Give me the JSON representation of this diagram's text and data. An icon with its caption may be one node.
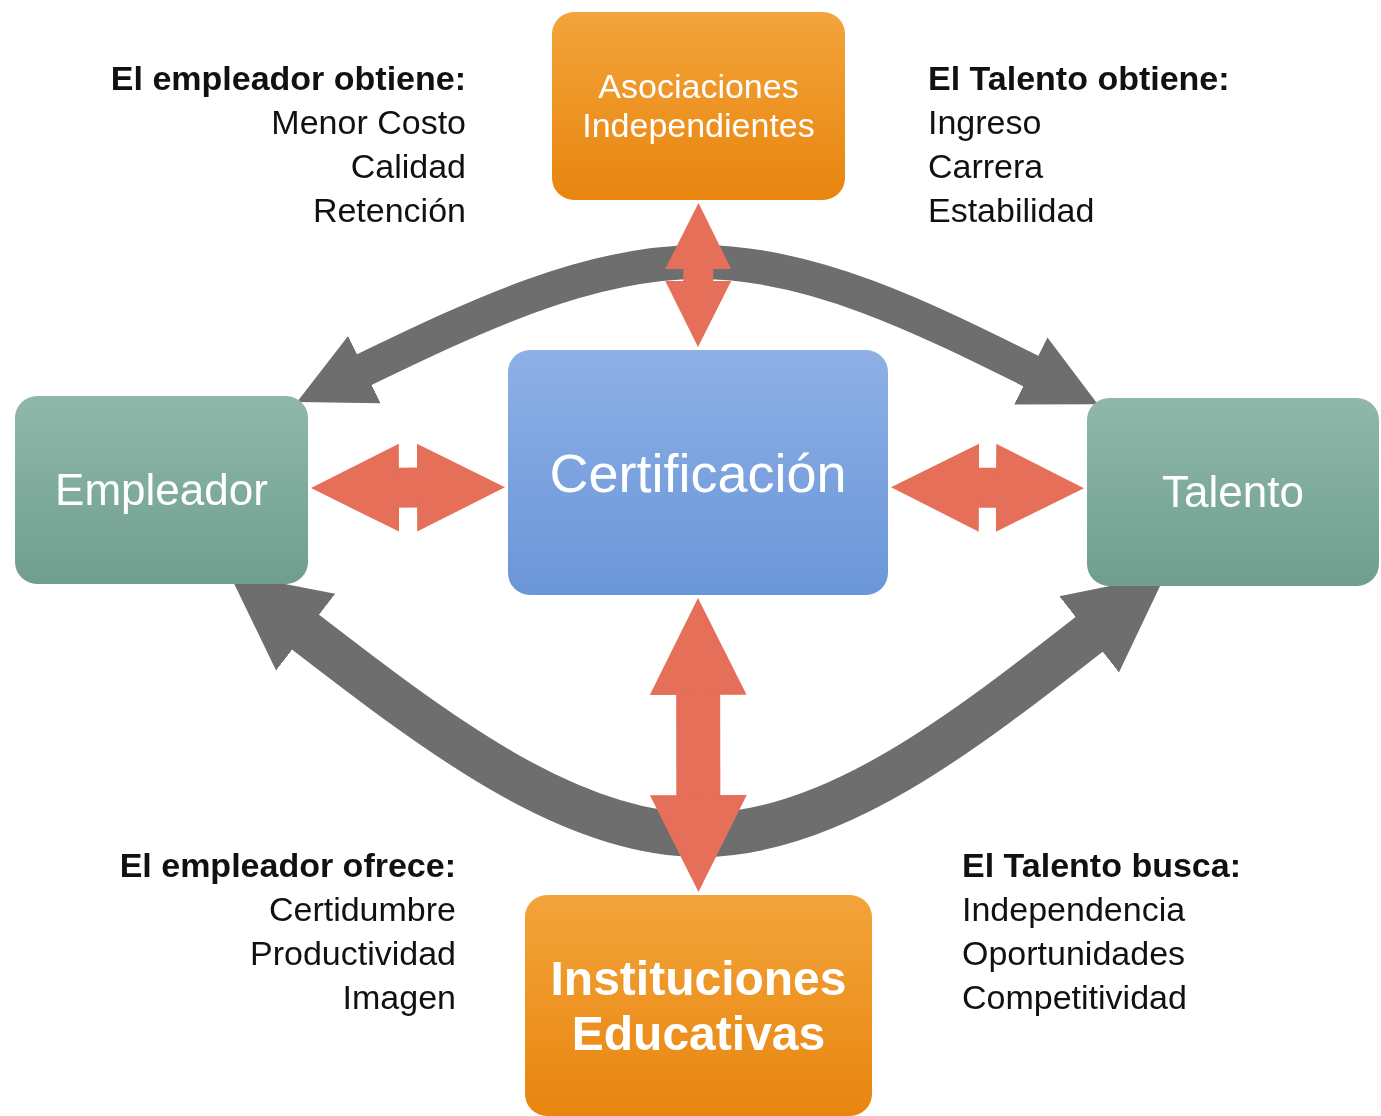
{
  "diagram": {
    "nodes": [
      {
        "text": [
          "Asociaciones Independientes"
        ]
      },
      {
        "text": [
          "Empleador"
        ]
      },
      {
        "text": [
          "Certificación"
        ]
      },
      {
        "text": [
          "Talento"
        ]
      },
      {
        "text": [
          "Instituciones Educativas"
        ]
      }
    ],
    "edges": [
      {
        "from": 1,
        "to": 3,
        "arrow": "both",
        "color": "#6e6e6e"
      },
      {
        "from": 1,
        "to": 3,
        "arrow": "both",
        "color": "#6e6e6e"
      },
      {
        "from": 0,
        "to": 2,
        "arrow": "both"
      },
      {
        "from": 1,
        "to": 2,
        "arrow": "both"
      },
      {
        "from": 2,
        "to": 3,
        "arrow": "both"
      },
      {
        "from": 2,
        "to": 4,
        "arrow": "both"
      }
    ],
    "labels": [
      "El empleador obtiene:",
      "Menor Costo",
      "Calidad",
      "Retención",
      "El Talento obtiene:",
      "Ingreso",
      "Carrera",
      "Estabilidad",
      "El empleador ofrece:",
      "Certidumbre",
      "Productividad",
      "Imagen",
      "El Talento busca:",
      "Independencia",
      "Oportunidades",
      "Competitividad"
    ]
  }
}
